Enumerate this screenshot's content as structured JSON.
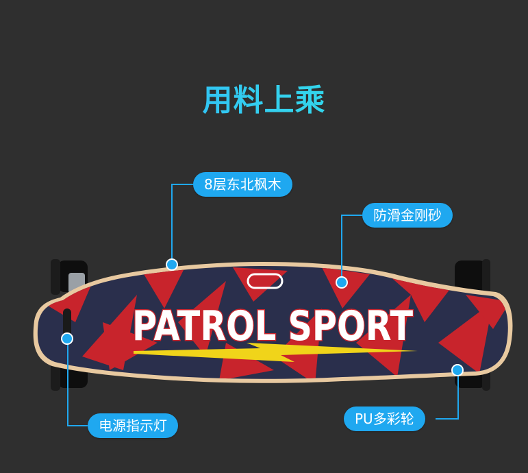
{
  "heading": "用料上乘",
  "callouts": {
    "maple": "8层东北枫木",
    "grip": "防滑金刚砂",
    "light": "电源指示灯",
    "wheel": "PU多彩轮"
  },
  "board": {
    "brand_text": "PATROL SPORT"
  },
  "colors": {
    "accent": "#1fa8f0",
    "background": "#2f2f2f",
    "deck_red": "#c8242c",
    "deck_navy": "#2a2f4c",
    "deck_edge": "#e8c9a0",
    "bolt_yellow": "#f0d41a"
  }
}
